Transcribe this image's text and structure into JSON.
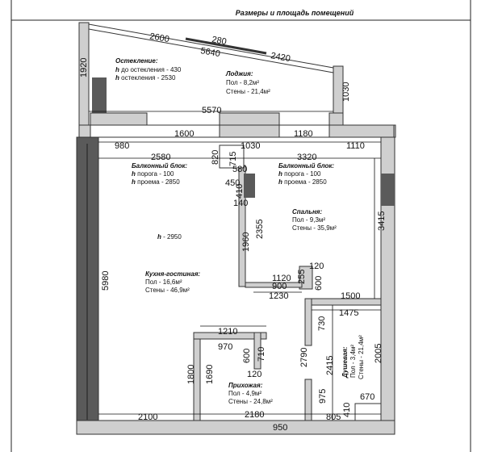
{
  "header": {
    "title": "Размеры и площадь помещений"
  },
  "rooms": {
    "glazing": {
      "title": "Остекление:",
      "line1_key": "h",
      "line1": " до остекления - 430",
      "line2_key": "h",
      "line2": " остекления - 2530"
    },
    "loggia": {
      "title": "Лоджия:",
      "floor": "Пол - 8,2м²",
      "walls": "Стены - 21,4м²"
    },
    "balcony_left": {
      "title": "Балконный блок:",
      "line1_key": "h",
      "line1": " порога - 100",
      "line2_key": "h",
      "line2": " проема - 2850"
    },
    "balcony_right": {
      "title": "Балконный блок:",
      "line1_key": "h",
      "line1": " порога - 100",
      "line2_key": "h",
      "line2": " проема - 2850"
    },
    "ceiling": {
      "key": "h",
      "value": " - 2950"
    },
    "kitchen": {
      "title": "Кухня-гостиная:",
      "floor": "Пол - 16,6м²",
      "walls": "Стены - 46,9м²"
    },
    "bedroom": {
      "title": "Спальня:",
      "floor": "Пол - 9,3м²",
      "walls": "Стены - 35,9м²"
    },
    "hallway": {
      "title": "Прихожая:",
      "floor": "Пол - 4,9м²",
      "walls": "Стены - 24,8м²"
    },
    "shower": {
      "title": "Душевая:",
      "floor": "Пол - 3,4м²",
      "walls": "Стены - 21,4м²"
    }
  },
  "dimensions": {
    "d2600": "2600",
    "d280": "280",
    "d5640": "5640",
    "d2420": "2420",
    "d1920": "1920",
    "d1030": "1030",
    "d5570": "5570",
    "d980": "980",
    "d1600": "1600",
    "d1030b": "1030",
    "d1180": "1180",
    "d1110": "1110",
    "d2580": "2580",
    "d3320": "3320",
    "d820": "820",
    "d715": "715",
    "d580": "580",
    "d450": "450",
    "d410": "410",
    "d140": "140",
    "d2355": "2355",
    "d1960": "1960",
    "d3415": "3415",
    "d5980": "5980",
    "d1120": "1120",
    "d900": "900",
    "d1230": "1230",
    "d255": "255",
    "d120a": "120",
    "d600a": "600",
    "d1500": "1500",
    "d1475": "1475",
    "d730": "730",
    "d2790": "2790",
    "d2415": "2415",
    "d2005": "2005",
    "d1210": "1210",
    "d970": "970",
    "d600b": "600",
    "d710": "710",
    "d120b": "120",
    "d1800": "1800",
    "d1690": "1690",
    "d975": "975",
    "d670": "670",
    "d410b": "410",
    "d2100": "2100",
    "d2180": "2180",
    "d805": "805",
    "d950": "950"
  },
  "colors": {
    "wall": "#cfcfcf",
    "wall_stroke": "#333333",
    "window_dark": "#5a5a5a",
    "line": "#111111"
  }
}
